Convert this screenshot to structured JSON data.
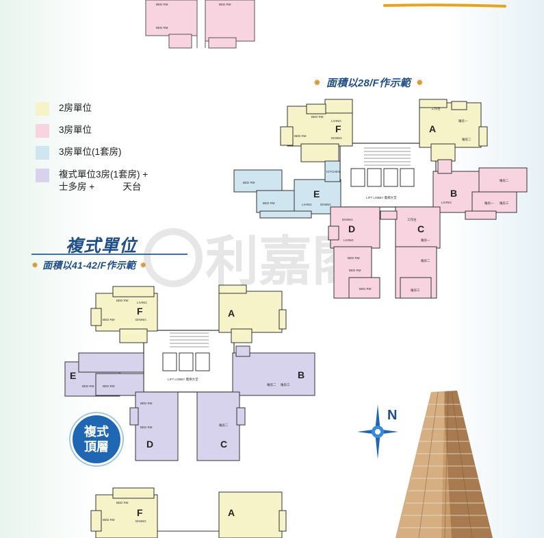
{
  "legend": {
    "items": [
      {
        "label": "2房單位",
        "color": "#f6f3c9"
      },
      {
        "label": "3房單位",
        "color": "#f7d4df"
      },
      {
        "label": "3房單位(1套房)",
        "color": "#cfe6f1"
      },
      {
        "label": "複式單位3房(1套房) +",
        "label2": "士多房 +           天台",
        "color": "#d7d3ec"
      }
    ]
  },
  "plan28": {
    "caption": "面積以28/F作示範",
    "units": [
      "F",
      "A",
      "E",
      "B",
      "D",
      "C"
    ],
    "rooms": {
      "bed_rm": "BED RM",
      "living": "LIVING",
      "dining": "DINING",
      "kitchen": "KITCHEN",
      "lobby": "LIFT LOBBY 電梯大堂",
      "master": "睡房一",
      "room2": "睡房二",
      "room3": "睡房三",
      "work": "工作台"
    }
  },
  "duplex": {
    "title": "複式單位",
    "caption": "面積以41-42/F作示範",
    "units": [
      "F",
      "A",
      "E",
      "B",
      "D",
      "C"
    ],
    "lobby": "LIFT LOBBY 電梯大堂"
  },
  "badge": {
    "line1": "複式",
    "line2": "頂層"
  },
  "compass": {
    "north": "N"
  },
  "watermark": "利嘉閣"
}
